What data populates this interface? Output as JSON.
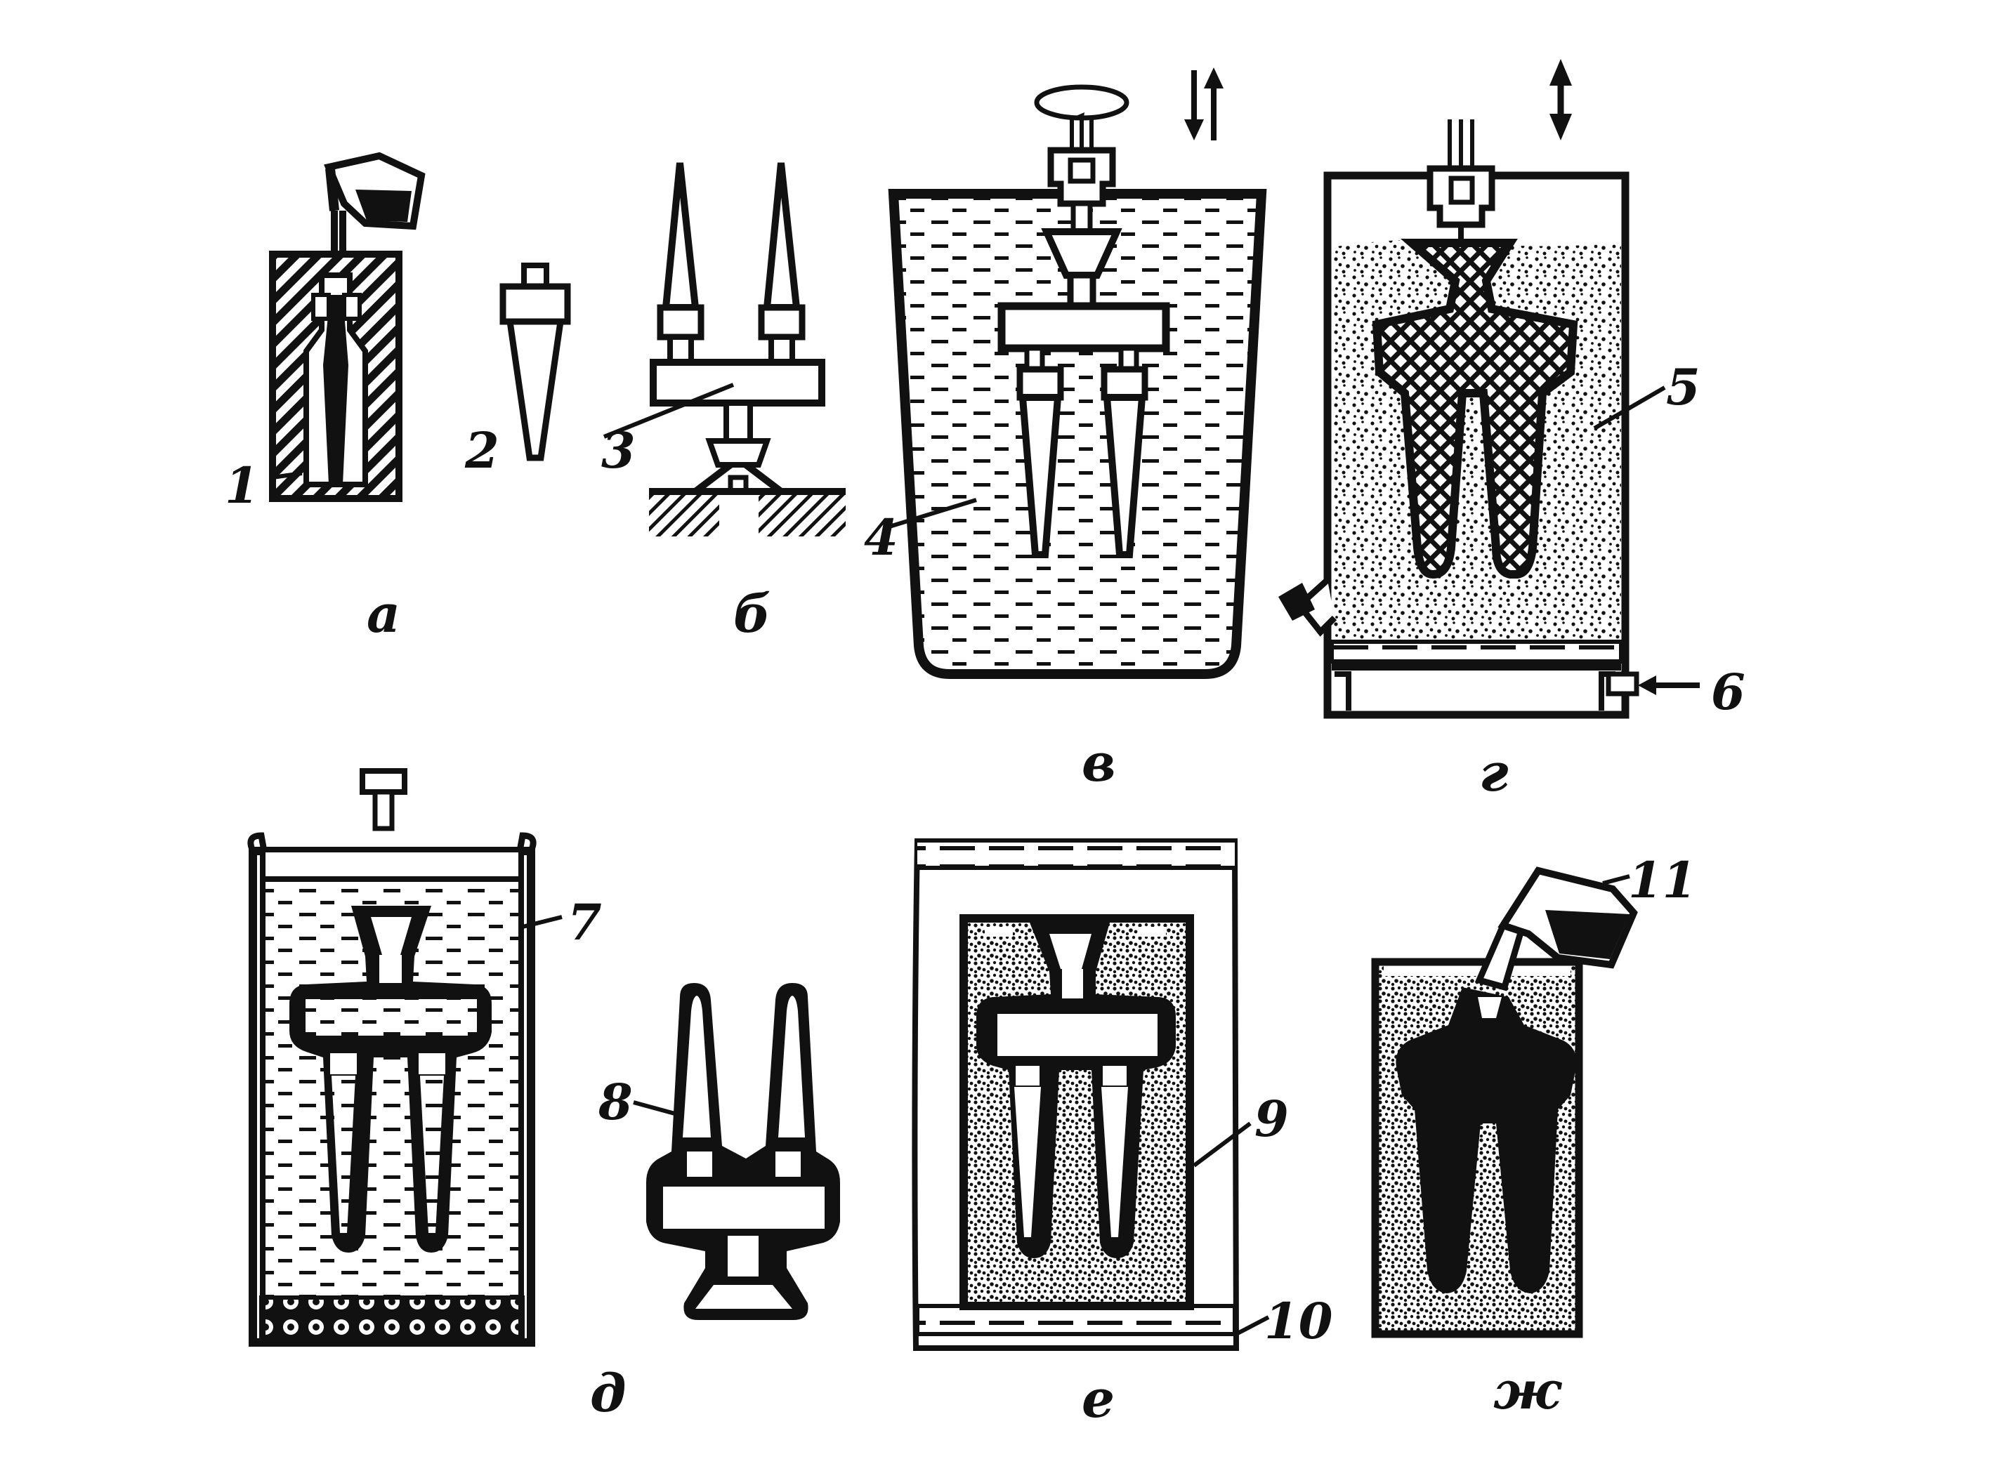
{
  "figure": {
    "panel_labels": {
      "a": "а",
      "b": "б",
      "v": "в",
      "g": "г",
      "d": "д",
      "e": "е",
      "zh": "ж"
    },
    "callouts": {
      "n1": "1",
      "n2": "2",
      "n3": "3",
      "n4": "4",
      "n5": "5",
      "n6": "6",
      "n7": "7",
      "n8": "8",
      "n9": "9",
      "n10": "10",
      "n11": "11"
    },
    "colors": {
      "ink": "#111111",
      "paper": "#ffffff"
    }
  }
}
